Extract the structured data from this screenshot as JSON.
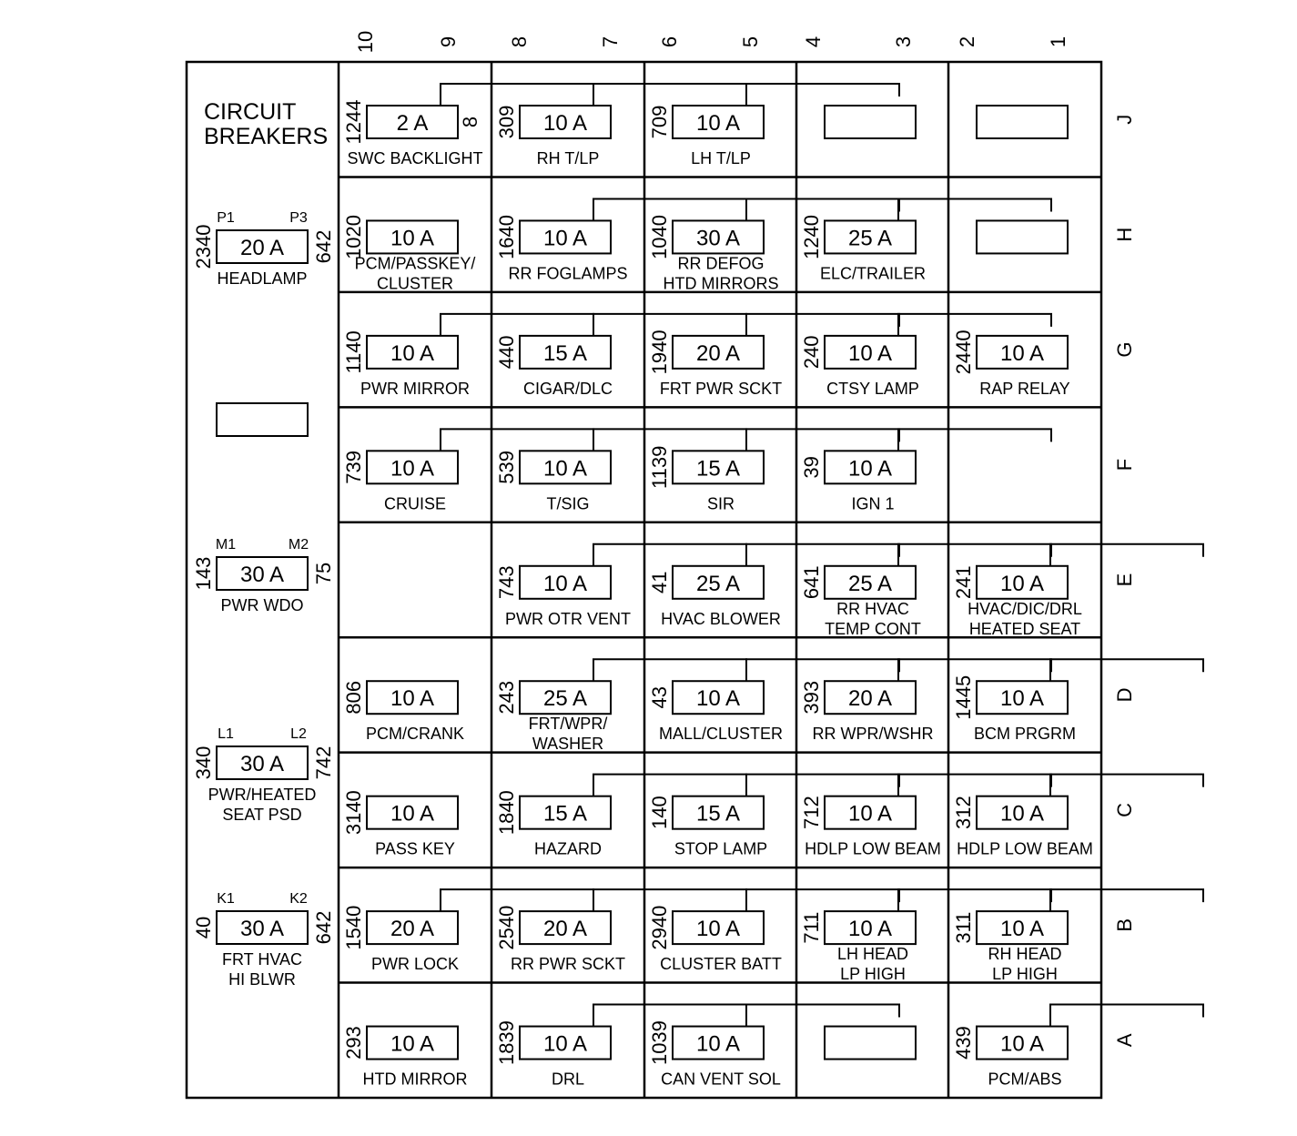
{
  "columns": [
    "10",
    "9",
    "8",
    "7",
    "6",
    "5",
    "4",
    "3",
    "2",
    "1"
  ],
  "rows": [
    "J",
    "H",
    "G",
    "F",
    "E",
    "D",
    "C",
    "B",
    "A"
  ],
  "breaker_panel": {
    "title": [
      "CIRCUIT",
      "BREAKERS"
    ],
    "breakers": [
      {
        "left": "2340",
        "right": "642",
        "pins": [
          "P1",
          "P3"
        ],
        "rating": "20 A",
        "label": [
          "HEADLAMP"
        ]
      },
      {
        "left": "",
        "right": "",
        "pins": [
          "",
          ""
        ],
        "rating": "",
        "label": []
      },
      {
        "left": "143",
        "right": "75",
        "pins": [
          "M1",
          "M2"
        ],
        "rating": "30 A",
        "label": [
          "PWR WDO"
        ]
      },
      {
        "left": "340",
        "right": "742",
        "pins": [
          "L1",
          "L2"
        ],
        "rating": "30 A",
        "label": [
          "PWR/HEATED",
          "SEAT PSD"
        ]
      },
      {
        "left": "40",
        "right": "642",
        "pins": [
          "K1",
          "K2"
        ],
        "rating": "30 A",
        "label": [
          "FRT HVAC",
          "HI BLWR"
        ]
      }
    ]
  },
  "fuses": [
    [
      {
        "circuit": "1244",
        "rating": "2 A",
        "side": "8",
        "label": [
          "SWC BACKLIGHT"
        ],
        "bracket": true
      },
      {
        "circuit": "309",
        "rating": "10 A",
        "label": [
          "RH T/LP"
        ],
        "bracket": true
      },
      {
        "circuit": "709",
        "rating": "10 A",
        "label": [
          "LH T/LP"
        ],
        "bracket": true
      },
      {
        "circuit": "",
        "rating": "",
        "label": [],
        "bracket": false
      },
      {
        "circuit": "",
        "rating": "",
        "label": [],
        "bracket": false
      }
    ],
    [
      {
        "circuit": "1020",
        "rating": "10 A",
        "label": [
          "PCM/PASSKEY/",
          "CLUSTER"
        ],
        "bracket": false
      },
      {
        "circuit": "1640",
        "rating": "10 A",
        "label": [
          "RR FOGLAMPS"
        ],
        "bracket": true
      },
      {
        "circuit": "1040",
        "rating": "30 A",
        "label": [
          "RR DEFOG",
          "HTD MIRRORS"
        ],
        "bracket": true
      },
      {
        "circuit": "1240",
        "rating": "25 A",
        "label": [
          "ELC/TRAILER"
        ],
        "bracket": true
      },
      {
        "circuit": "",
        "rating": "",
        "label": [],
        "bracket": false
      }
    ],
    [
      {
        "circuit": "1140",
        "rating": "10 A",
        "label": [
          "PWR MIRROR"
        ],
        "bracket": true
      },
      {
        "circuit": "440",
        "rating": "15 A",
        "label": [
          "CIGAR/DLC"
        ],
        "bracket": true
      },
      {
        "circuit": "1940",
        "rating": "20 A",
        "label": [
          "FRT PWR SCKT"
        ],
        "bracket": true
      },
      {
        "circuit": "240",
        "rating": "10 A",
        "label": [
          "CTSY LAMP"
        ],
        "bracket": true
      },
      {
        "circuit": "2440",
        "rating": "10 A",
        "label": [
          "RAP RELAY"
        ],
        "bracket": false
      }
    ],
    [
      {
        "circuit": "739",
        "rating": "10 A",
        "label": [
          "CRUISE"
        ],
        "bracket": true
      },
      {
        "circuit": "539",
        "rating": "10 A",
        "label": [
          "T/SIG"
        ],
        "bracket": true
      },
      {
        "circuit": "1139",
        "rating": "15 A",
        "label": [
          "SIR"
        ],
        "bracket": true
      },
      {
        "circuit": "39",
        "rating": "10 A",
        "label": [
          "IGN 1"
        ],
        "bracket": true
      },
      null
    ],
    [
      null,
      {
        "circuit": "743",
        "rating": "10 A",
        "label": [
          "PWR OTR VENT"
        ],
        "bracket": true
      },
      {
        "circuit": "41",
        "rating": "25 A",
        "label": [
          "HVAC BLOWER"
        ],
        "bracket": true
      },
      {
        "circuit": "641",
        "rating": "25 A",
        "label": [
          "RR HVAC",
          "TEMP CONT"
        ],
        "bracket": true
      },
      {
        "circuit": "241",
        "rating": "10 A",
        "label": [
          "HVAC/DIC/DRL",
          "HEATED SEAT"
        ],
        "bracket": true
      }
    ],
    [
      {
        "circuit": "806",
        "rating": "10 A",
        "label": [
          "PCM/CRANK"
        ],
        "bracket": false
      },
      {
        "circuit": "243",
        "rating": "25 A",
        "label": [
          "FRT/WPR/",
          "WASHER"
        ],
        "bracket": true
      },
      {
        "circuit": "43",
        "rating": "10 A",
        "label": [
          "MALL/CLUSTER"
        ],
        "bracket": true
      },
      {
        "circuit": "393",
        "rating": "20 A",
        "label": [
          "RR WPR/WSHR"
        ],
        "bracket": true
      },
      {
        "circuit": "1445",
        "rating": "10 A",
        "label": [
          "BCM PRGRM"
        ],
        "bracket": true
      }
    ],
    [
      {
        "circuit": "3140",
        "rating": "10 A",
        "label": [
          "PASS KEY"
        ],
        "bracket": false
      },
      {
        "circuit": "1840",
        "rating": "15 A",
        "label": [
          "HAZARD"
        ],
        "bracket": true
      },
      {
        "circuit": "140",
        "rating": "15 A",
        "label": [
          "STOP LAMP"
        ],
        "bracket": true
      },
      {
        "circuit": "712",
        "rating": "10 A",
        "label": [
          "HDLP LOW BEAM"
        ],
        "bracket": true
      },
      {
        "circuit": "312",
        "rating": "10 A",
        "label": [
          "HDLP LOW BEAM"
        ],
        "bracket": true
      }
    ],
    [
      {
        "circuit": "1540",
        "rating": "20 A",
        "label": [
          "PWR LOCK"
        ],
        "bracket": true
      },
      {
        "circuit": "2540",
        "rating": "20 A",
        "label": [
          "RR PWR SCKT"
        ],
        "bracket": true
      },
      {
        "circuit": "2940",
        "rating": "10 A",
        "label": [
          "CLUSTER BATT"
        ],
        "bracket": true
      },
      {
        "circuit": "711",
        "rating": "10 A",
        "label": [
          "LH HEAD",
          "LP HIGH"
        ],
        "bracket": true
      },
      {
        "circuit": "311",
        "rating": "10 A",
        "label": [
          "RH HEAD",
          "LP HIGH"
        ],
        "bracket": true
      }
    ],
    [
      {
        "circuit": "293",
        "rating": "10 A",
        "label": [
          "HTD MIRROR"
        ],
        "bracket": false
      },
      {
        "circuit": "1839",
        "rating": "10 A",
        "label": [
          "DRL"
        ],
        "bracket": true
      },
      {
        "circuit": "1039",
        "rating": "10 A",
        "label": [
          "CAN VENT SOL"
        ],
        "bracket": true
      },
      {
        "circuit": "",
        "rating": "",
        "label": [],
        "bracket": false
      },
      {
        "circuit": "439",
        "rating": "10 A",
        "label": [
          "PCM/ABS"
        ],
        "bracket": true
      }
    ]
  ]
}
